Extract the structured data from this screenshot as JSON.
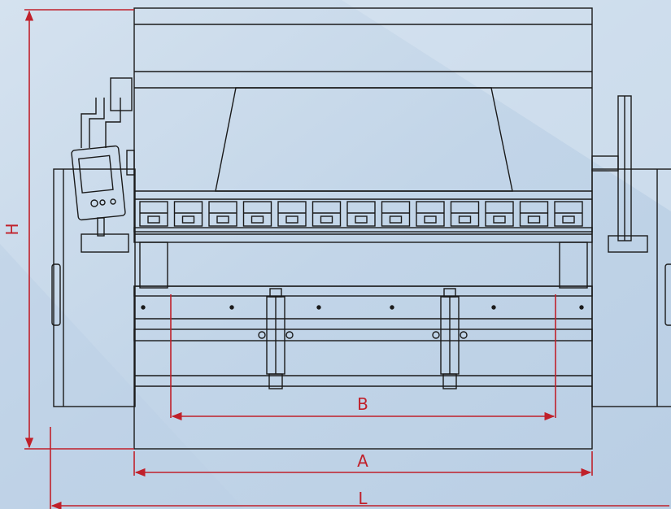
{
  "dimensions": {
    "height_label": "H",
    "inner_width_label": "B",
    "table_width_label": "A",
    "overall_length_label": "L"
  },
  "colors": {
    "background": "#c9d9ea",
    "line": "#1a1a1a",
    "dimension": "#c0202a"
  }
}
